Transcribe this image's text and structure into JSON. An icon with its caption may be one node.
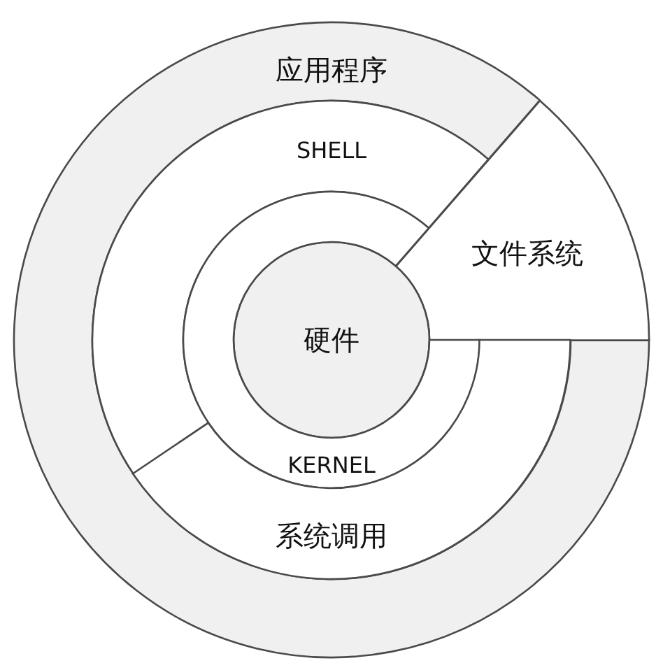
{
  "diagram": {
    "nodes": [
      {
        "text": [
          "应用程序"
        ]
      },
      {
        "text": [
          "SHELL"
        ]
      },
      {
        "text": [
          "文件系统"
        ]
      },
      {
        "text": [
          "硬件"
        ]
      },
      {
        "text": [
          "KERNEL"
        ]
      },
      {
        "text": [
          "系统调用"
        ]
      }
    ]
  }
}
